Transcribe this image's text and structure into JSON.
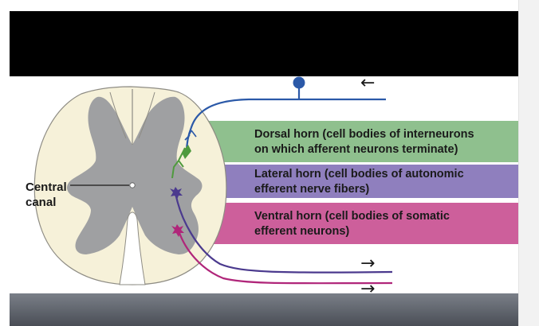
{
  "labels": {
    "dorsal_horn": "Dorsal horn (cell bodies of interneurons\non which afferent neurons terminate)",
    "lateral_horn": "Lateral horn (cell bodies of autonomic\nefferent nerve fibers)",
    "ventral_horn": "Ventral horn (cell bodies of somatic\nefferent neurons)",
    "central_canal": "Central\ncanal"
  },
  "arrows": {
    "afferent": "←",
    "efferent_autonomic": "→",
    "efferent_somatic": "→"
  },
  "colors": {
    "white_matter": "#f6f1d9",
    "gray_matter": "#9fa0a2",
    "dorsal_band": "#8fc08e",
    "lateral_band": "#8f7fbe",
    "ventral_band": "#cd5f9b",
    "afferent_neuron": "#2b59a8",
    "interneuron": "#4f9a3e",
    "autonomic_neuron": "#4b3a8e",
    "somatic_neuron": "#b0267a"
  }
}
